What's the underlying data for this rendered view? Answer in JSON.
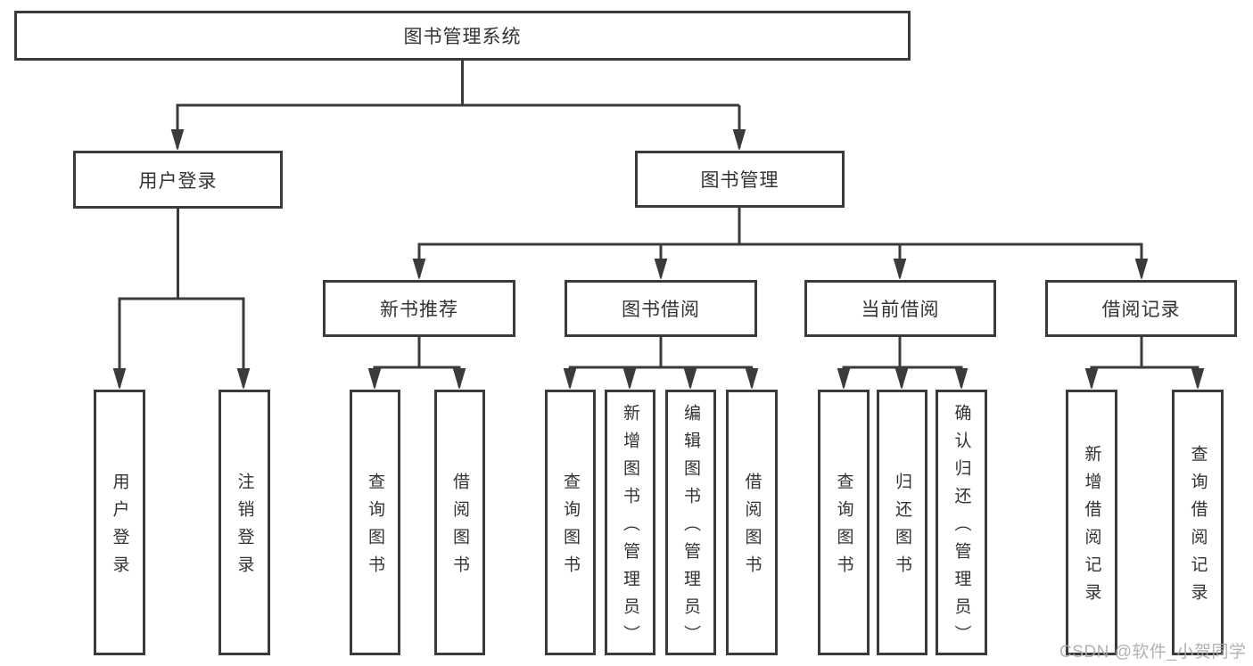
{
  "diagram": {
    "root": {
      "label": "图书管理系统",
      "children": [
        {
          "label": "用户登录",
          "children": [
            {
              "label": "用户登录"
            },
            {
              "label": "注销登录"
            }
          ]
        },
        {
          "label": "图书管理",
          "children": [
            {
              "label": "新书推荐",
              "children": [
                {
                  "label": "查询图书"
                },
                {
                  "label": "借阅图书"
                }
              ]
            },
            {
              "label": "图书借阅",
              "children": [
                {
                  "label": "查询图书"
                },
                {
                  "label": "新增图书（管理员）"
                },
                {
                  "label": "编辑图书（管理员）"
                },
                {
                  "label": "借阅图书"
                }
              ]
            },
            {
              "label": "当前借阅",
              "children": [
                {
                  "label": "查询图书"
                },
                {
                  "label": "归还图书"
                },
                {
                  "label": "确认归还（管理员）"
                }
              ]
            },
            {
              "label": "借阅记录",
              "children": [
                {
                  "label": "新增借阅记录"
                },
                {
                  "label": "查询借阅记录"
                }
              ]
            }
          ]
        }
      ]
    }
  },
  "watermark": {
    "text": "CSDN @软件_小贺同学"
  },
  "colors": {
    "line": "#3b3b3b",
    "text": "#333333",
    "background": "#ffffff",
    "watermark": "#aaaaaa"
  }
}
